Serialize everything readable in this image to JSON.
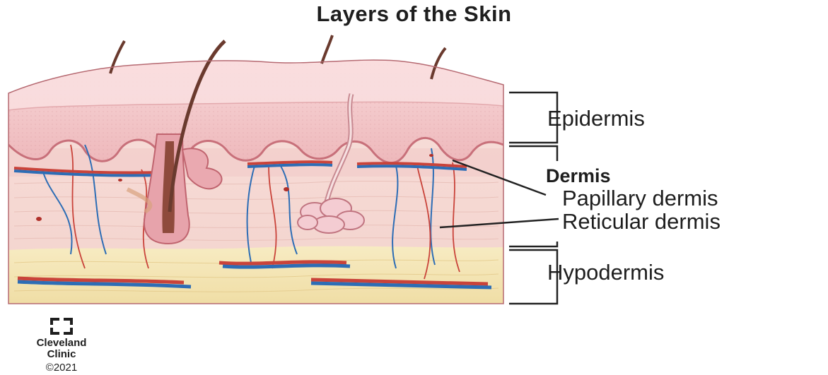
{
  "title": "Layers of the Skin",
  "labels": {
    "epidermis": "Epidermis",
    "dermis": "Dermis",
    "papillary_dermis": "Papillary dermis",
    "reticular_dermis": "Reticular dermis",
    "hypodermis": "Hypodermis"
  },
  "logo": {
    "line1": "Cleveland",
    "line2": "Clinic",
    "copyright": "©2021"
  },
  "colors": {
    "epidermis": "#f3c9cb",
    "dermis": "#f6dcd8",
    "hypodermis": "#f4e4b4",
    "artery": "#c9433a",
    "vein": "#2d6db5",
    "hair": "#6a3a2e"
  }
}
